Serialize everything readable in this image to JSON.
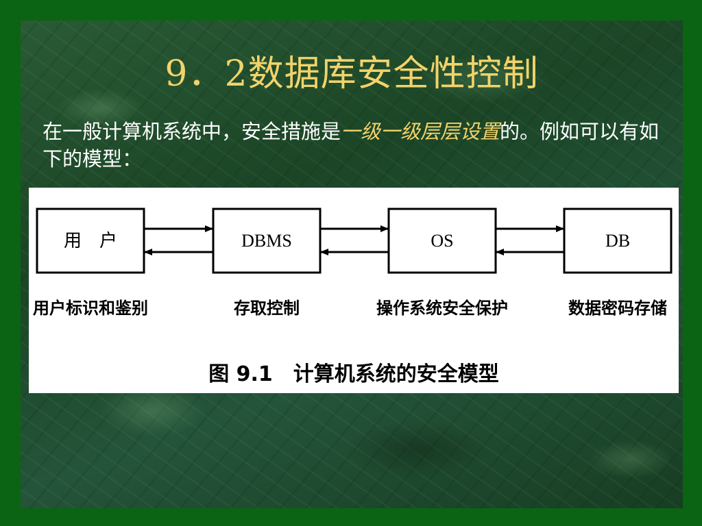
{
  "slide": {
    "title": "9．2数据库安全性控制",
    "paragraph": {
      "before": "在一般计算机系统中，安全措施是",
      "emphasis": "一级一级层层设置",
      "after": "的。例如可以有如下的模型："
    }
  },
  "diagram": {
    "nodes": [
      {
        "label": "用　户",
        "caption": "用户标识和鉴别"
      },
      {
        "label": "DBMS",
        "caption": "存取控制"
      },
      {
        "label": "OS",
        "caption": "操作系统安全保护"
      },
      {
        "label": "DB",
        "caption": "数据密码存储"
      }
    ],
    "figure_caption": "图 9.1　计算机系统的安全模型"
  },
  "colors": {
    "title": "#f2d36b",
    "text": "#ffffff",
    "emphasis": "#f2d36b",
    "frame": "#0b6414"
  }
}
